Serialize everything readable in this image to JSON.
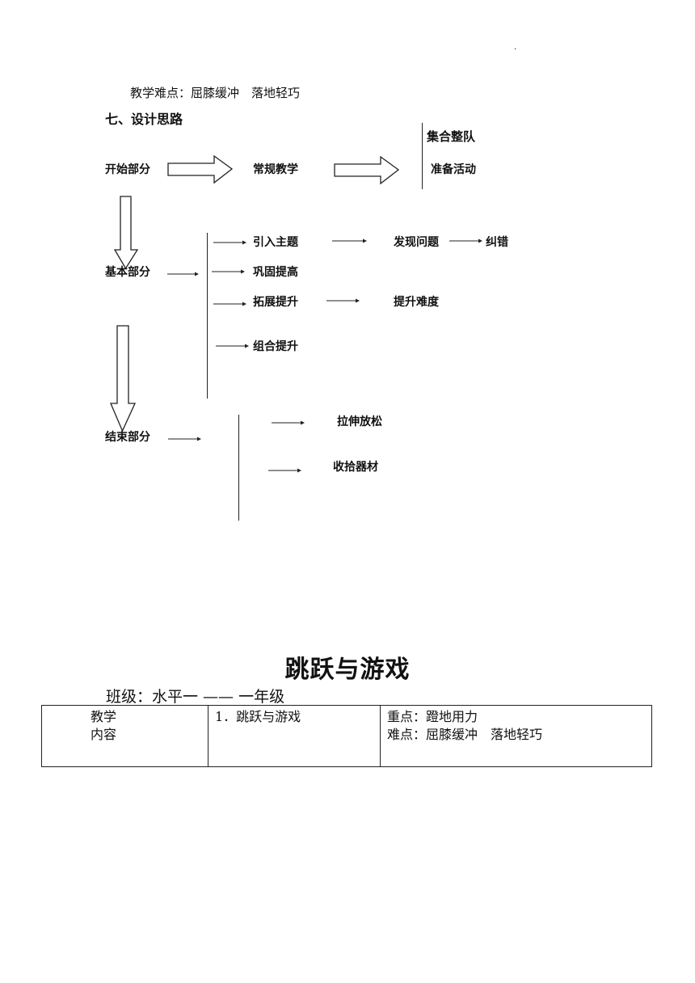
{
  "header_mark": "·",
  "difficulty_line": "教学难点：屈膝缓冲　落地轻巧",
  "section_title": "七、设计思路",
  "flow": {
    "start": {
      "label": "开始部分",
      "middle": "常规教学",
      "items": [
        "集合整队",
        "准备活动"
      ]
    },
    "basic": {
      "label": "基本部分",
      "rows": [
        {
          "item": "引入主题",
          "next": "发现问题",
          "after": "纠错"
        },
        {
          "item": "巩固提高"
        },
        {
          "item": "拓展提升",
          "next": "提升难度"
        },
        {
          "item": "组合提升"
        }
      ]
    },
    "end": {
      "label": "结束部分",
      "items": [
        "拉伸放松",
        "收拾器材"
      ]
    }
  },
  "lesson": {
    "title": "跳跃与游戏",
    "class_line": "班级：水平一 —— 一年级",
    "table": {
      "col1": [
        "教学",
        "内容"
      ],
      "col2": "1．跳跃与游戏",
      "col3": [
        "重点：蹬地用力",
        "难点：屈膝缓冲　落地轻巧"
      ]
    }
  }
}
